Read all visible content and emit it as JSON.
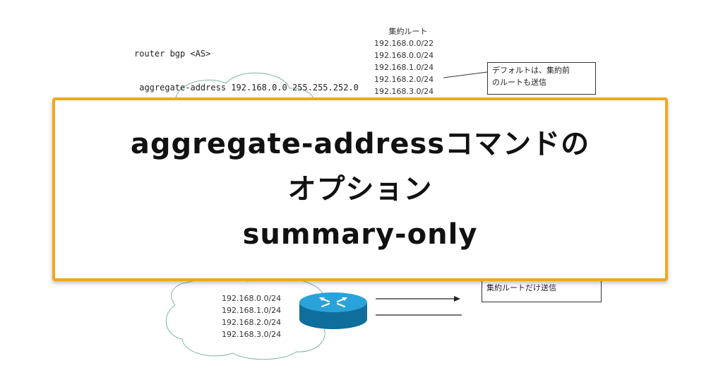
{
  "command": {
    "line1": "router bgp <AS>",
    "line2": " aggregate-address 192.168.0.0 255.255.252.0"
  },
  "top_routes": {
    "header": "集約ルート",
    "items": [
      "192.168.0.0/22",
      "192.168.0.0/24",
      "192.168.1.0/24",
      "192.168.2.0/24",
      "192.168.3.0/24"
    ]
  },
  "callout_top": {
    "line1": "デフォルトは、集約前",
    "line2": "のルートも送信"
  },
  "callout_bottom": {
    "text": "集約ルートだけ送信"
  },
  "bottom_routes": {
    "items": [
      "192.168.0.0/24",
      "192.168.1.0/24",
      "192.168.2.0/24",
      "192.168.3.0/24"
    ]
  },
  "banner": {
    "line1": "aggregate-addressコマンドの",
    "line2": "オプション",
    "line3": "summary-only"
  },
  "colors": {
    "banner_border": "#f0a91c",
    "router": "#1a8fc4",
    "cloud_stroke": "#7fb3a8"
  }
}
